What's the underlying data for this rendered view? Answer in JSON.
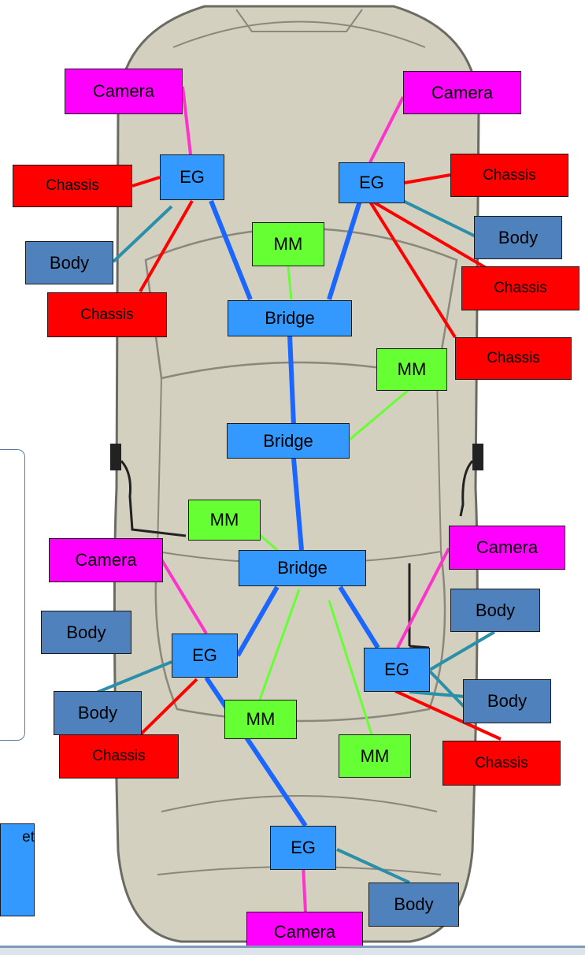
{
  "colors": {
    "camera": "#ff00ff",
    "chassis": "#ff0000",
    "body": "#4f81bd",
    "eg": "#3399ff",
    "bridge": "#3399ff",
    "mm": "#66ff33",
    "link_backbone": "#1a66ff",
    "link_camera": "#ff33cc",
    "link_chassis": "#ff0000",
    "link_body": "#2a8fa8",
    "link_mm": "#66ff33",
    "car_body": "#d4d0bf"
  },
  "labels": {
    "camera": "Camera",
    "chassis": "Chassis",
    "body": "Body",
    "eg": "EG",
    "bridge": "Bridge",
    "mm": "MM"
  },
  "side_label": "et"
}
